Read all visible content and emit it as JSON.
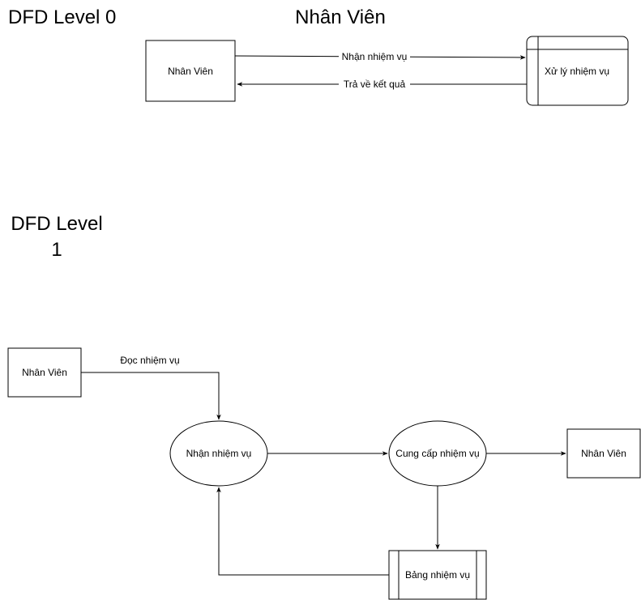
{
  "level0": {
    "title": "DFD Level 0",
    "heading": "Nhân Viên",
    "entity": "Nhân Viên",
    "process": "Xử lý nhiệm vụ",
    "flow_out": "Nhận nhiệm vụ",
    "flow_back": "Trả về kết quả"
  },
  "level1": {
    "title_line1": "DFD Level",
    "title_line2": "1",
    "source_entity": "Nhân Viên",
    "read_flow": "Đọc nhiệm vụ",
    "process_receive": "Nhận nhiệm vụ",
    "process_provide": "Cung cấp nhiệm vụ",
    "target_entity": "Nhân Viên",
    "data_store": "Bảng nhiệm vụ"
  }
}
